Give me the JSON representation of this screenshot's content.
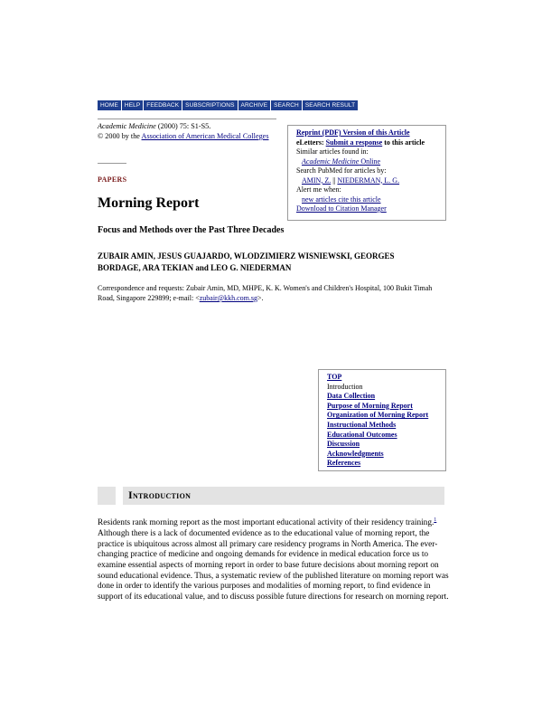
{
  "nav": {
    "items": [
      "HOME",
      "HELP",
      "FEEDBACK",
      "SUBSCRIPTIONS",
      "ARCHIVE",
      "SEARCH",
      "SEARCH RESULT"
    ]
  },
  "citation": {
    "journal": "Academic Medicine",
    "issue": " (2000) 75: S1-S5.",
    "copyright_prefix": "© 2000 by the ",
    "publisher_link": "Association of American Medical Colleges"
  },
  "section_label": "PAPERS",
  "article": {
    "title": "Morning Report",
    "subtitle": "Focus and Methods over the Past Three Decades",
    "authors": "ZUBAIR AMIN, JESUS GUAJARDO, WLODZIMIERZ WISNIEWSKI, GEORGES BORDAGE, ARA TEKIAN and LEO G. NIEDERMAN",
    "correspondence_prefix": "Correspondence and requests: Zubair Amin, MD, MHPE, K. K. Women's and Children's Hospital, 100 Bukit Timah Road, Singapore 229899; e-mail: <",
    "correspondence_email": "zubair@kkh.com.sg",
    "correspondence_suffix": ">."
  },
  "sidebar": {
    "reprint": "Reprint (PDF) Version of this Article",
    "eletters_label": "eLetters: ",
    "eletters_link": "Submit a response",
    "eletters_suffix": " to this article",
    "similar_label": "Similar articles found in:",
    "similar_link_journal": "Academic Medicine",
    "similar_link_suffix": " Online",
    "pubmed_label": "Search PubMed for articles by:",
    "author1": "AMIN, Z.",
    "sep": " || ",
    "author2": "NIEDERMAN, L. G.",
    "alert_label": "Alert me when:",
    "alert_link": "new articles cite this article",
    "download": "Download to Citation Manager"
  },
  "toc": {
    "items": [
      {
        "label": "TOP",
        "link": true
      },
      {
        "label": "Introduction",
        "link": false
      },
      {
        "label": "Data Collection",
        "link": true
      },
      {
        "label": "Purpose of Morning Report",
        "link": true
      },
      {
        "label": "Organization of Morning Report",
        "link": true
      },
      {
        "label": "Instructional Methods",
        "link": true
      },
      {
        "label": "Educational Outcomes",
        "link": true
      },
      {
        "label": "Discussion",
        "link": true
      },
      {
        "label": "Acknowledgments",
        "link": true
      },
      {
        "label": "References",
        "link": true
      }
    ]
  },
  "introduction": {
    "heading": "Introduction",
    "para_start": "Residents rank morning report as the most important educational activity of their residency training.",
    "footnote": "1",
    "para_rest": " Although there is a lack of documented evidence as to the educational value of morning report, the practice is ubiquitous across almost all primary care residency programs in North America. The ever-changing practice of medicine and ongoing demands for evidence in medical education force us to examine essential aspects of morning report in order to base future decisions about morning report on sound educational evidence. Thus, a systematic review of the published literature on morning report was done in order to identify the various purposes and modalities of morning report, to find evidence in support of its educational value, and to discuss possible future directions for research on morning report."
  }
}
